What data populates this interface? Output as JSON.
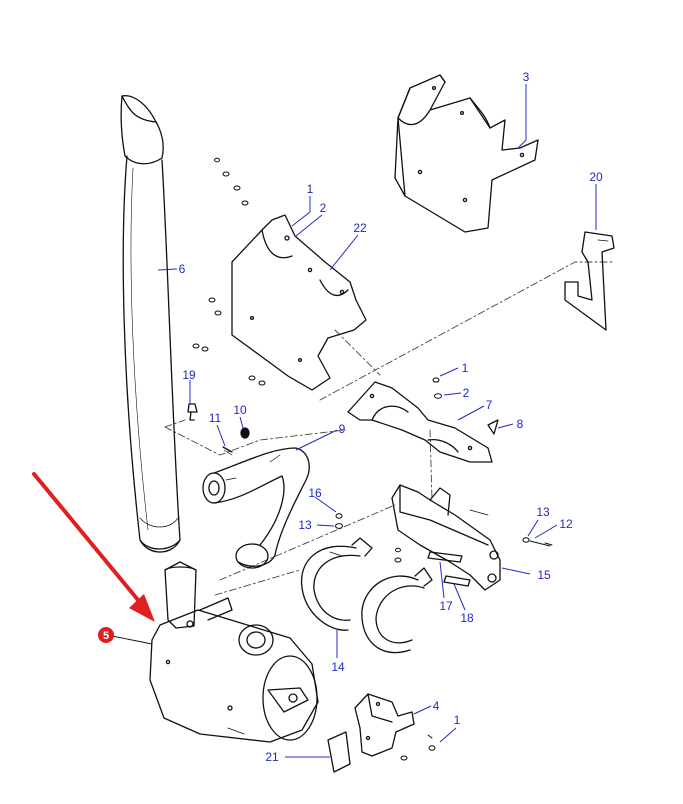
{
  "diagram": {
    "colors": {
      "line": "#111111",
      "callout_text": "#1f2bc4",
      "leader": "#1f2bc4",
      "arrow": "#e02020",
      "badge": "#e02020",
      "badge_text": "#ffffff"
    },
    "highlighted_part": "5",
    "callouts": [
      {
        "id": "c3",
        "label": "3"
      },
      {
        "id": "c20",
        "label": "20"
      },
      {
        "id": "c1a",
        "label": "1"
      },
      {
        "id": "c2a",
        "label": "2"
      },
      {
        "id": "c22",
        "label": "22"
      },
      {
        "id": "c6",
        "label": "6"
      },
      {
        "id": "c19",
        "label": "19"
      },
      {
        "id": "c10",
        "label": "10"
      },
      {
        "id": "c11",
        "label": "11"
      },
      {
        "id": "c9",
        "label": "9"
      },
      {
        "id": "c1b",
        "label": "1"
      },
      {
        "id": "c2b",
        "label": "2"
      },
      {
        "id": "c7",
        "label": "7"
      },
      {
        "id": "c8",
        "label": "8"
      },
      {
        "id": "c16",
        "label": "16"
      },
      {
        "id": "c13a",
        "label": "13"
      },
      {
        "id": "c13b",
        "label": "13"
      },
      {
        "id": "c12",
        "label": "12"
      },
      {
        "id": "c15",
        "label": "15"
      },
      {
        "id": "c17",
        "label": "17"
      },
      {
        "id": "c18",
        "label": "18"
      },
      {
        "id": "c14",
        "label": "14"
      },
      {
        "id": "c4",
        "label": "4"
      },
      {
        "id": "c1c",
        "label": "1"
      },
      {
        "id": "c21",
        "label": "21"
      }
    ]
  }
}
